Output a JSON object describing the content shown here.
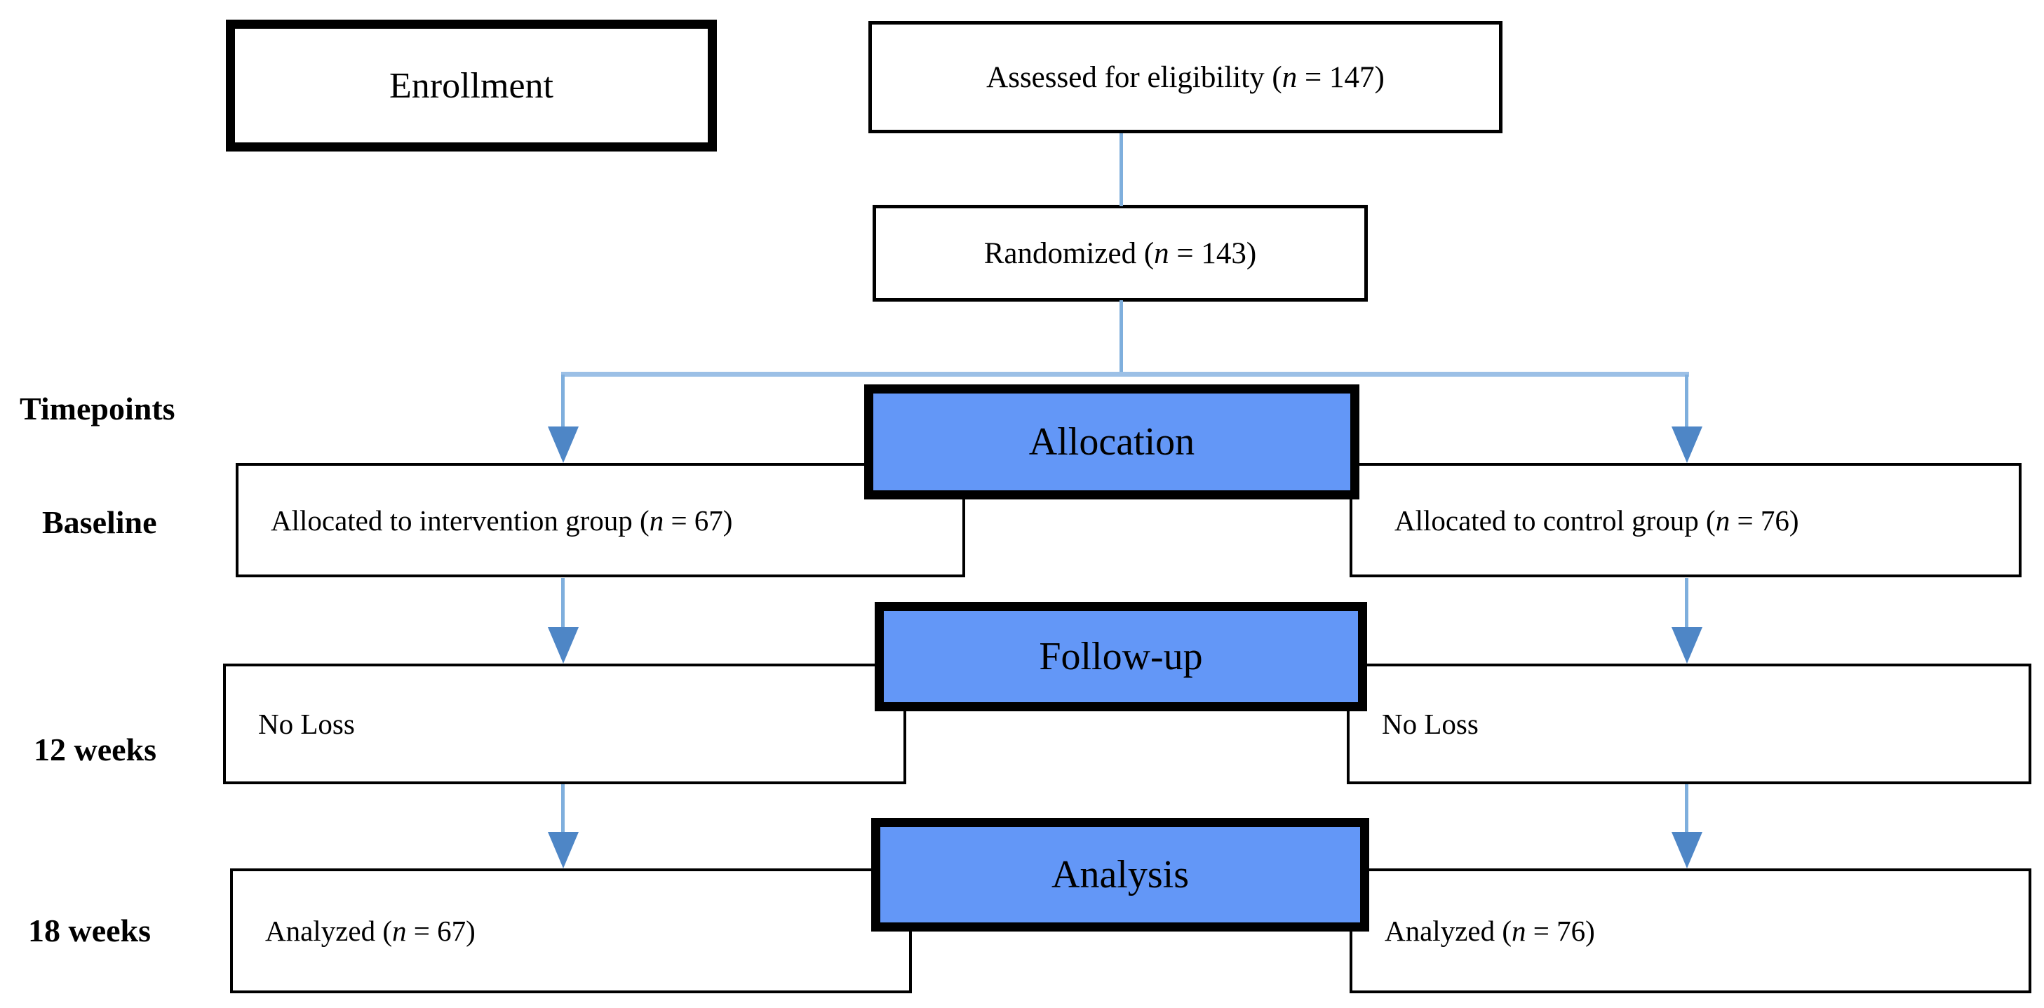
{
  "colors": {
    "stage_fill": "#6397f7",
    "box_border": "#000000",
    "connector": "#7fafdd",
    "connector_light": "#9cc0e6",
    "arrowhead": "#4e86c6"
  },
  "stages": {
    "enrollment": "Enrollment",
    "allocation": "Allocation",
    "followup": "Follow-up",
    "analysis": "Analysis"
  },
  "timepoints": {
    "header": "Timepoints",
    "baseline": "Baseline",
    "weeks12": "12 weeks",
    "weeks18": "18 weeks"
  },
  "nodes": {
    "assessed": {
      "prefix": "Assessed for eligibility (",
      "n": "n",
      "suffix": " = 147)"
    },
    "randomized": {
      "prefix": "Randomized (",
      "n": "n",
      "suffix": " = 143)"
    },
    "allocated_intervention": {
      "prefix": "Allocated to intervention group (",
      "n": "n",
      "suffix": " = 67)"
    },
    "allocated_control": {
      "prefix": "Allocated to control group (",
      "n": "n",
      "suffix": " = 76)"
    },
    "no_loss_intervention": {
      "text": "No Loss"
    },
    "no_loss_control": {
      "text": "No Loss"
    },
    "analyzed_intervention": {
      "prefix": "Analyzed (",
      "n": "n",
      "suffix": " = 67)"
    },
    "analyzed_control": {
      "prefix": "Analyzed (",
      "n": "n",
      "suffix": " = 76)"
    }
  }
}
